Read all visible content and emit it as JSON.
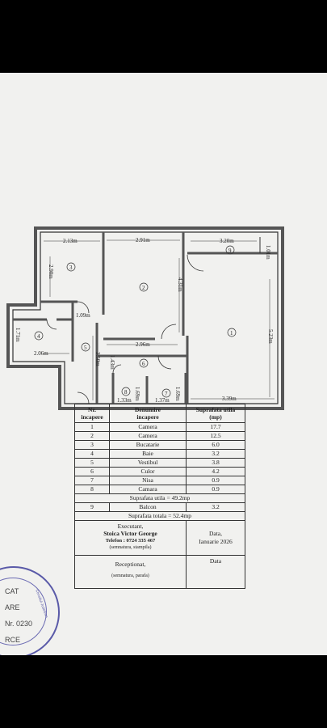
{
  "plan": {
    "dims": {
      "kitchen_top": "2.13m",
      "kitchen_side": "2.90m",
      "room2_top": "2.91m",
      "room2_side": "4.31m",
      "room2_bottom": "2.96m",
      "balcony_top": "3.20m",
      "balcony_side": "1.01m",
      "room1_side": "5.23m",
      "room1_bottom": "3.39m",
      "bath_side": "1.71m",
      "bath_bottom": "2.06m",
      "vestibul_top": "1.09m",
      "vestibul_side": "3.50m",
      "hall_side": "1.43m",
      "closet8_bottom": "1.33m",
      "closet8_side": "1.69m",
      "niche7_bottom": "1.37m",
      "niche7_side": "1.69m"
    },
    "room_numbers": [
      "1",
      "2",
      "3",
      "4",
      "5",
      "6",
      "7",
      "8",
      "9"
    ]
  },
  "table": {
    "headers": {
      "nr": "Nr.\nincapere",
      "name": "Denumire\nincapere",
      "area": "Suprafata utila\n(mp)"
    },
    "rows": [
      {
        "nr": "1",
        "name": "Camera",
        "area": "17.7"
      },
      {
        "nr": "2",
        "name": "Camera",
        "area": "12.5"
      },
      {
        "nr": "3",
        "name": "Bucatarie",
        "area": "6.0"
      },
      {
        "nr": "4",
        "name": "Baie",
        "area": "3.2"
      },
      {
        "nr": "5",
        "name": "Vestibul",
        "area": "3.8"
      },
      {
        "nr": "6",
        "name": "Culor",
        "area": "4.2"
      },
      {
        "nr": "7",
        "name": "Nisa",
        "area": "0.9"
      },
      {
        "nr": "8",
        "name": "Camara",
        "area": "0.9"
      }
    ],
    "useful_total": "Suprafata utila = 49.2mp",
    "balcony": {
      "nr": "9",
      "name": "Balcon",
      "area": "3.2"
    },
    "grand_total": "Suprafata totala = 52.4mp",
    "executant_label": "Executant,",
    "executant_name": "Stoica Victor George",
    "executant_phone": "Telefon : 0724 335 467",
    "executant_note": "(semnatura, stampila)",
    "date_label": "Data,",
    "date_value": "Ianuarie 2026",
    "receptioned_label": "Receptionat,",
    "receptioned_note": "(semnatura, parafa)",
    "date2_label": "Data"
  },
  "stamp": {
    "lines": [
      "CAT",
      "ARE",
      "Nr. 0230",
      "RCE"
    ],
    "arc_text": "Consiliul Judetean"
  }
}
